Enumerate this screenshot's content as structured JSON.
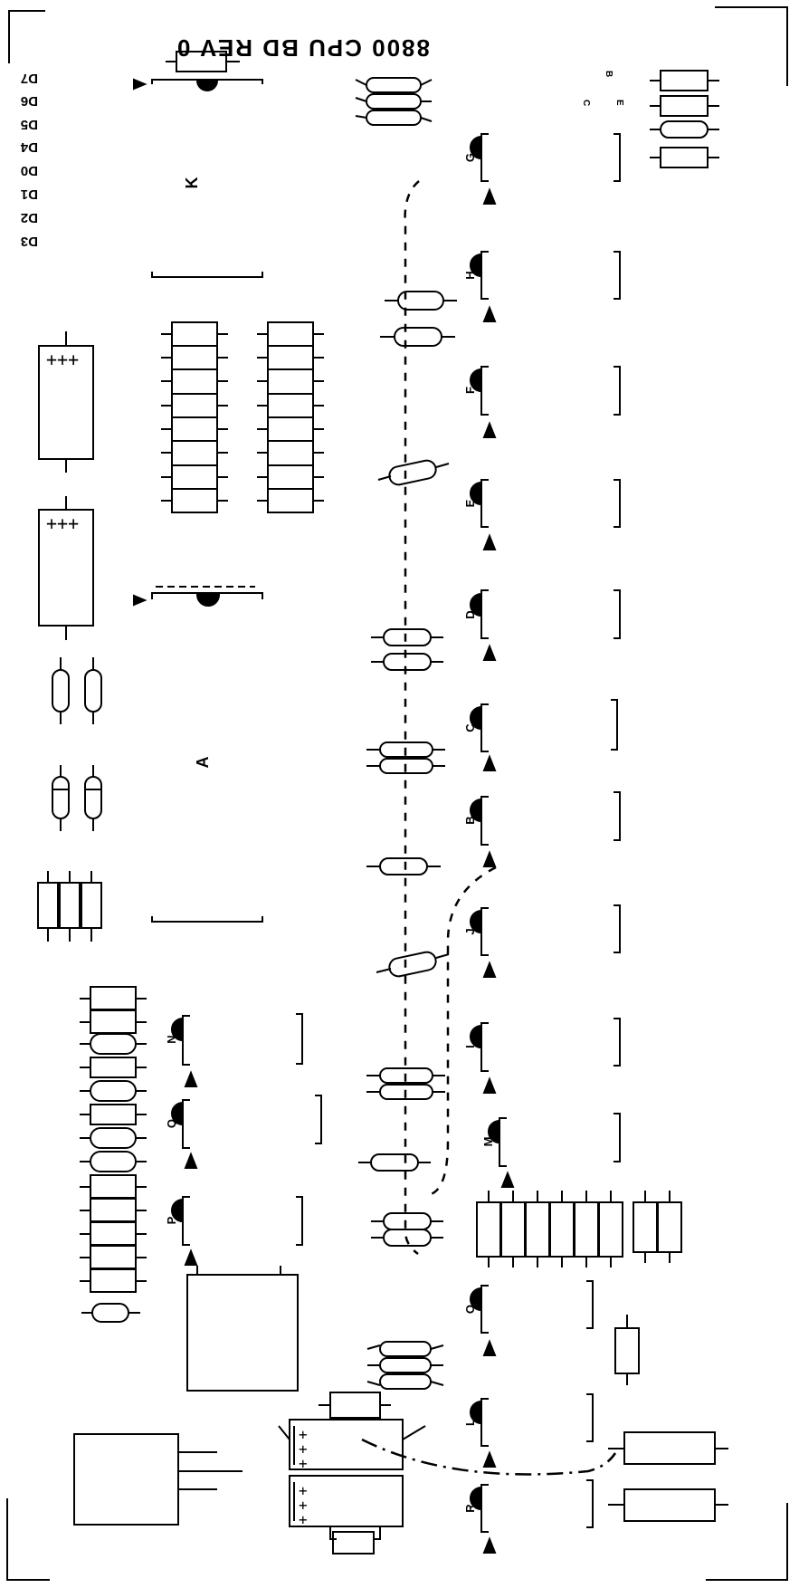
{
  "board": {
    "title": "8800 CPU BD REV 0"
  },
  "data_labels": [
    "D7",
    "D6",
    "D5",
    "D4",
    "D0",
    "D1",
    "D2",
    "D3"
  ],
  "small_labels": [
    "B",
    "C",
    "E"
  ],
  "area_labels": {
    "k": "K",
    "a": "A"
  },
  "socket_labels": [
    "G",
    "H",
    "F",
    "E",
    "D",
    "C",
    "B",
    "J",
    "I",
    "M",
    "O",
    "L",
    "R",
    "N",
    "Q",
    "P"
  ]
}
